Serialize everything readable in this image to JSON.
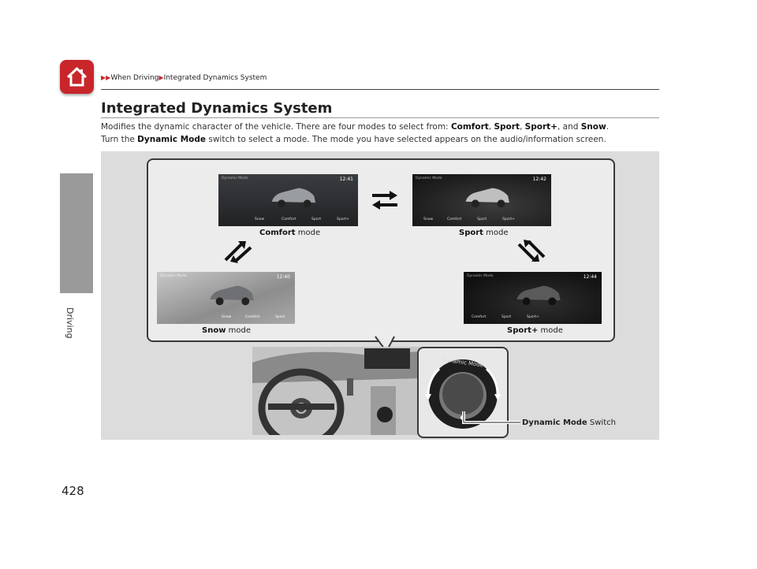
{
  "sidebar": {
    "label": "Driving",
    "page_number": "428"
  },
  "breadcrumb": {
    "items": [
      "When Driving",
      "Integrated Dynamics System"
    ]
  },
  "title": "Integrated Dynamics System",
  "para1": {
    "text_before": "Modifies the dynamic character of the vehicle. There are four modes to select from: ",
    "mode1": "Comfort",
    "sep1": ", ",
    "mode2": "Sport",
    "sep2": ", ",
    "mode3": "Sport+",
    "sep3": ", and ",
    "mode4": "Snow",
    "end": "."
  },
  "para2": {
    "text_before": "Turn the ",
    "switch_name": "Dynamic Mode",
    "text_after": " switch to select a mode. The mode you have selected appears on the audio/information screen."
  },
  "screens": {
    "comfort": {
      "title": "Dynamic Mode",
      "clock": "12:41",
      "tabs": [
        "Snow",
        "Comfort",
        "Sport",
        "Sport+"
      ],
      "caption_bold": "Comfort",
      "caption_rest": " mode"
    },
    "sport": {
      "title": "Dynamic Mode",
      "clock": "12:42",
      "tabs": [
        "Snow",
        "Comfort",
        "Sport",
        "Sport+"
      ],
      "caption_bold": "Sport",
      "caption_rest": " mode"
    },
    "snow": {
      "title": "Dynamic Mode",
      "clock": "12:40",
      "tabs": [
        "Snow",
        "Comfort",
        "Sport"
      ],
      "caption_bold": "Snow",
      "caption_rest": " mode"
    },
    "sportplus": {
      "title": "Dynamic Mode",
      "clock": "12:44",
      "tabs": [
        "Comfort",
        "Sport",
        "Sport+"
      ],
      "caption_bold": "Sport+",
      "caption_rest": " mode"
    }
  },
  "knob": {
    "ring_text": "Dynamic Mode"
  },
  "callout": {
    "bold": "Dynamic Mode",
    "rest": " Switch"
  },
  "colors": {
    "accent": "#c8262b",
    "bubble_border": "#3a3a3a",
    "figure_bg": "#dcdcdc"
  }
}
